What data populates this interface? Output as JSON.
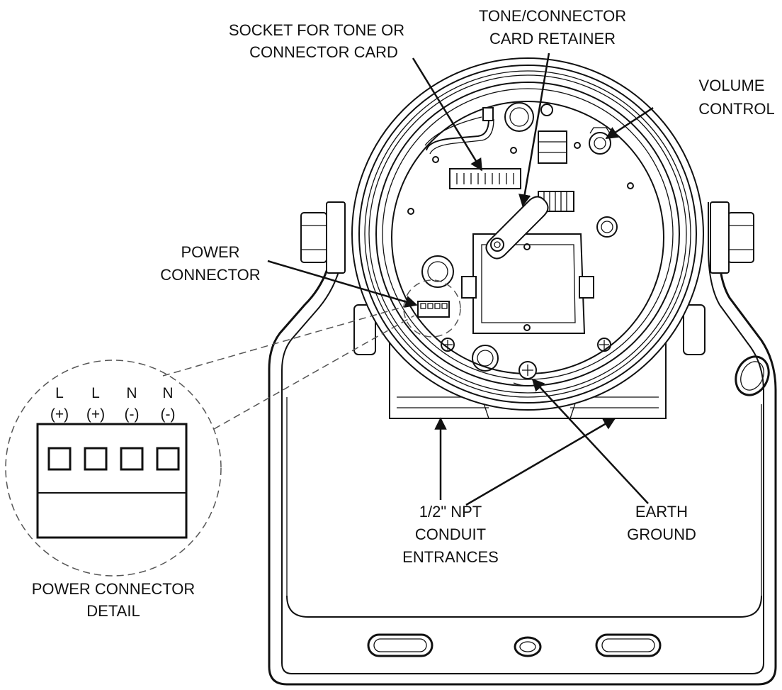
{
  "labels": {
    "socket_line1": "SOCKET FOR TONE OR",
    "socket_line2": "CONNECTOR CARD",
    "retainer_line1": "TONE/CONNECTOR",
    "retainer_line2": "CARD RETAINER",
    "volume_line1": "VOLUME",
    "volume_line2": "CONTROL",
    "power_line1": "POWER",
    "power_line2": "CONNECTOR",
    "conduit_line1": "1/2\" NPT",
    "conduit_line2": "CONDUIT",
    "conduit_line3": "ENTRANCES",
    "earth_line1": "EARTH",
    "earth_line2": "GROUND",
    "detail_line1": "POWER CONNECTOR",
    "detail_line2": "DETAIL"
  },
  "terminals": [
    {
      "letter": "L",
      "polarity": "(+)"
    },
    {
      "letter": "L",
      "polarity": "(+)"
    },
    {
      "letter": "N",
      "polarity": "(-)"
    },
    {
      "letter": "N",
      "polarity": "(-)"
    }
  ]
}
